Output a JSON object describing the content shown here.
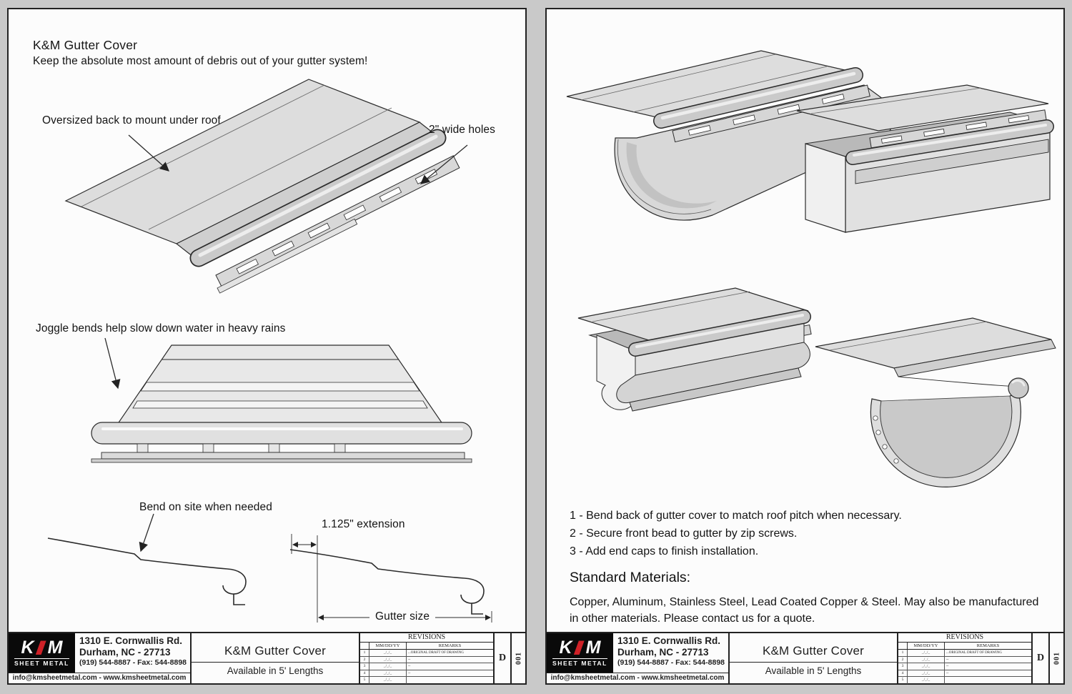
{
  "colors": {
    "canvas_bg": "#c9c9c9",
    "page_bg": "#fcfcfc",
    "ink": "#1f1f1f",
    "logo_red": "#cf2127"
  },
  "left_page": {
    "title": "K&M Gutter Cover",
    "subtitle": "Keep the absolute most amount of debris out of your gutter system!",
    "labels": {
      "oversized_back": "Oversized back to mount under roof",
      "wide_holes": "2\" wide holes",
      "joggle_bends": "Joggle bends help slow down water in heavy rains",
      "bend_on_site": "Bend on site when needed",
      "extension": "1.125\" extension",
      "gutter_size": "Gutter size"
    }
  },
  "right_page": {
    "instructions": [
      "1 - Bend back of gutter cover to match roof pitch when necessary.",
      "2 - Secure front bead to gutter by zip screws.",
      "3 - Add end caps to finish installation."
    ],
    "materials_heading": "Standard Materials:",
    "materials_body": "Copper, Aluminum, Stainless Steel, Lead Coated Copper & Steel. May also be manufactured in other materials. Please contact us for a quote."
  },
  "title_block": {
    "logo_left": "K",
    "logo_right": "M",
    "logo_sub": "SHEET METAL",
    "address1": "1310 E. Cornwallis Rd.",
    "address2": "Durham, NC - 27713",
    "phone": "(919) 544-8887 - Fax: 544-8898",
    "web": "info@kmsheetmetal.com - www.kmsheetmetal.com",
    "doc_title": "K&M Gutter Cover",
    "doc_subtitle": "Available in 5' Lengths",
    "revisions": {
      "heading": "REVISIONS",
      "col_date": "MM/DD/YY",
      "col_remarks": "REMARKS",
      "rows": [
        {
          "num": "1",
          "date": "_/_/_",
          "remark": "...ORIGINAL DRAFT OF DRAWING"
        },
        {
          "num": "2",
          "date": "_/_/_",
          "remark": "--"
        },
        {
          "num": "3",
          "date": "_/_/_",
          "remark": "--"
        },
        {
          "num": "4",
          "date": "_/_/_",
          "remark": "--"
        },
        {
          "num": "5",
          "date": "_/_/_",
          "remark": ""
        }
      ]
    },
    "sheet_size": "D",
    "sheet_number": "001"
  }
}
